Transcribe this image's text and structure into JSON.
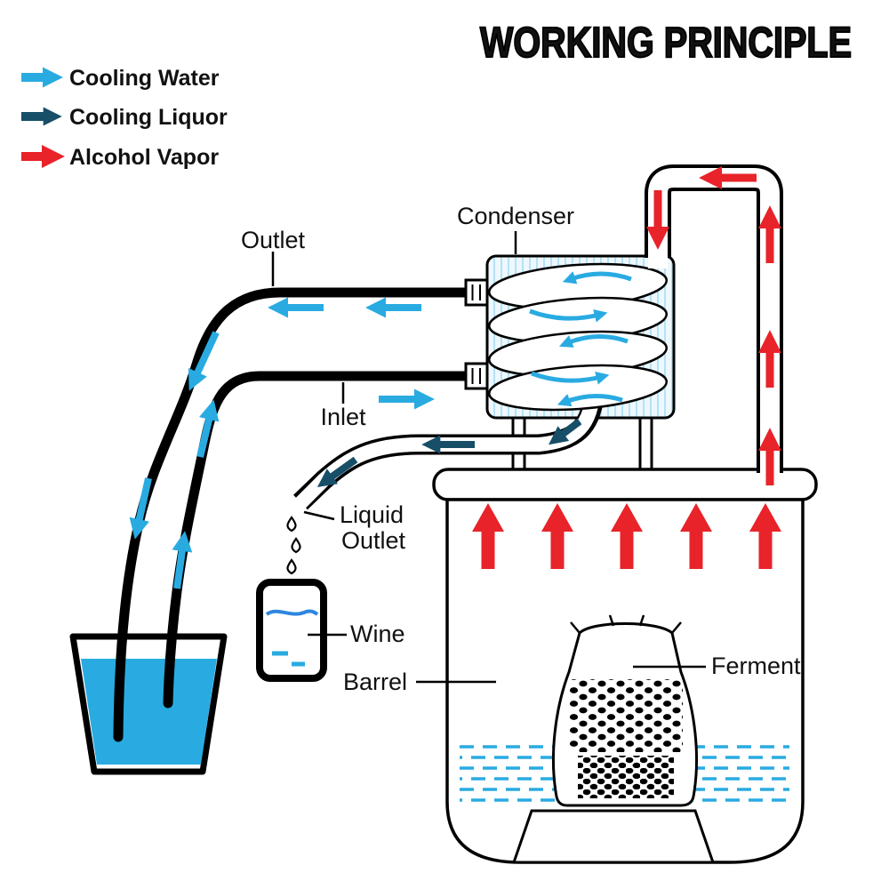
{
  "title": "WORKING PRINCIPLE",
  "legend": {
    "items": [
      {
        "label": "Cooling Water",
        "color": "#29abe2"
      },
      {
        "label": "Cooling Liquor",
        "color": "#174e68"
      },
      {
        "label": "Alcohol Vapor",
        "color": "#e8232a"
      }
    ]
  },
  "labels": {
    "condenser": "Condenser",
    "outlet": "Outlet",
    "inlet": "Inlet",
    "liquid_outlet": [
      "Liquid",
      "Outlet"
    ],
    "wine": "Wine",
    "barrel": "Barrel",
    "ferment": "Ferment"
  },
  "colors": {
    "cooling_water": "#29abe2",
    "cooling_liquor": "#174e68",
    "alcohol_vapor": "#e8232a",
    "outline": "#000000",
    "water_fill": "#29abe2",
    "background": "#ffffff"
  }
}
